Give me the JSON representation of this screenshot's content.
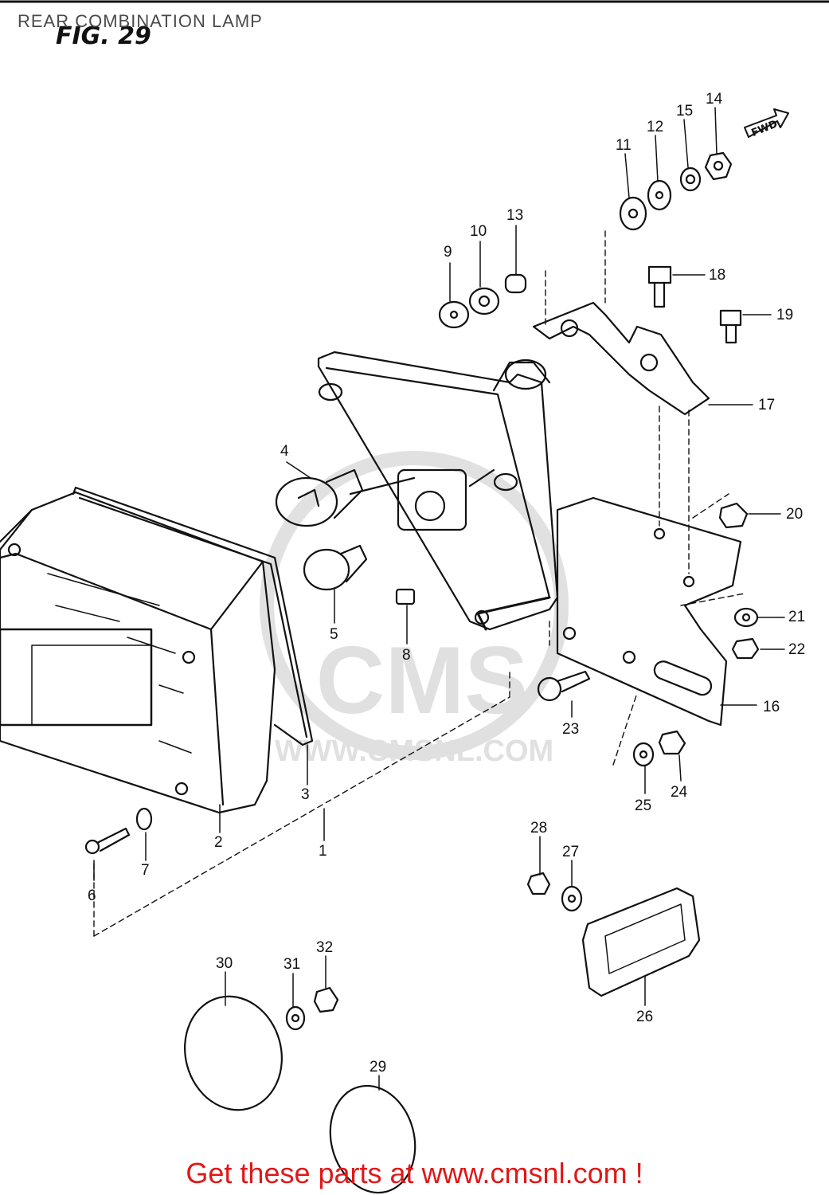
{
  "header": {
    "title": "REAR COMBINATION LAMP",
    "figure": "FIG. 29"
  },
  "watermark": {
    "logo": "CMS",
    "site": "WWW.CMSNL.COM"
  },
  "fwd_label": "FWD",
  "footer": {
    "promo": "Get these parts at www.cmsnl.com !",
    "color": "#e01818"
  },
  "callouts": [
    {
      "id": "1",
      "text": "1"
    },
    {
      "id": "2",
      "text": "2"
    },
    {
      "id": "3",
      "text": "3"
    },
    {
      "id": "4",
      "text": "4"
    },
    {
      "id": "5",
      "text": "5"
    },
    {
      "id": "6",
      "text": "6"
    },
    {
      "id": "7",
      "text": "7"
    },
    {
      "id": "8",
      "text": "8"
    },
    {
      "id": "9",
      "text": "9"
    },
    {
      "id": "10",
      "text": "10"
    },
    {
      "id": "11",
      "text": "11"
    },
    {
      "id": "12",
      "text": "12"
    },
    {
      "id": "13",
      "text": "13"
    },
    {
      "id": "14",
      "text": "14"
    },
    {
      "id": "15",
      "text": "15"
    },
    {
      "id": "16",
      "text": "16"
    },
    {
      "id": "17",
      "text": "17"
    },
    {
      "id": "18",
      "text": "18"
    },
    {
      "id": "19",
      "text": "19"
    },
    {
      "id": "20",
      "text": "20"
    },
    {
      "id": "21",
      "text": "21"
    },
    {
      "id": "22",
      "text": "22"
    },
    {
      "id": "23",
      "text": "23"
    },
    {
      "id": "24",
      "text": "24"
    },
    {
      "id": "25",
      "text": "25"
    },
    {
      "id": "26",
      "text": "26"
    },
    {
      "id": "27",
      "text": "27"
    },
    {
      "id": "28",
      "text": "28"
    },
    {
      "id": "29",
      "text": "29"
    },
    {
      "id": "30",
      "text": "30"
    },
    {
      "id": "31",
      "text": "31"
    },
    {
      "id": "32",
      "text": "32"
    }
  ]
}
